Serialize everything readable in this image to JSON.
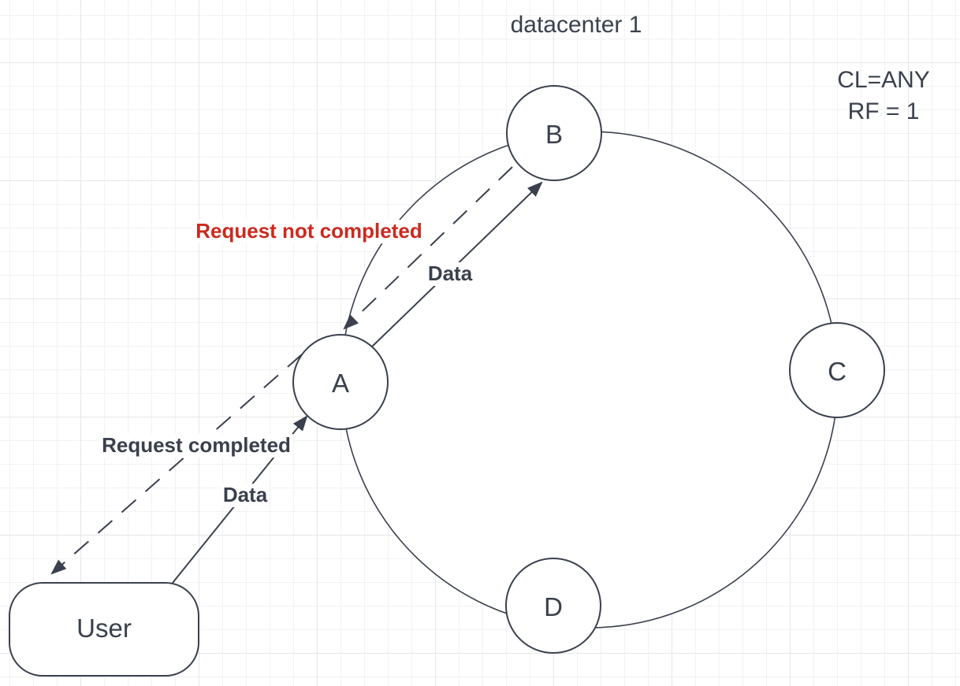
{
  "title": "datacenter 1",
  "annotation": {
    "consistency_level": "CL=ANY",
    "replication_factor": "RF = 1"
  },
  "nodes": [
    {
      "id": "A",
      "label": "A"
    },
    {
      "id": "B",
      "label": "B"
    },
    {
      "id": "C",
      "label": "C"
    },
    {
      "id": "D",
      "label": "D"
    }
  ],
  "user": {
    "label": "User"
  },
  "edges": [
    {
      "id": "data-a-to-b",
      "label": "Data",
      "from": "A",
      "to": "B",
      "style": "solid"
    },
    {
      "id": "request-not-completed",
      "label": "Request not completed",
      "from": "B",
      "to": "A",
      "style": "dashed",
      "text_color": "#cc2a1f"
    },
    {
      "id": "data-user-to-a",
      "label": "Data",
      "from": "User",
      "to": "A",
      "style": "solid"
    },
    {
      "id": "request-completed",
      "label": "Request completed",
      "from": "A",
      "to": "User",
      "style": "dashed"
    }
  ],
  "colors": {
    "stroke": "#3a404d",
    "text": "#3a404d",
    "error_text": "#cc2a1f",
    "shape_fill": "#ffffff",
    "background": "#ffffff",
    "grid_minor": "#f2f2f4",
    "grid_major": "#e7e7ea"
  }
}
